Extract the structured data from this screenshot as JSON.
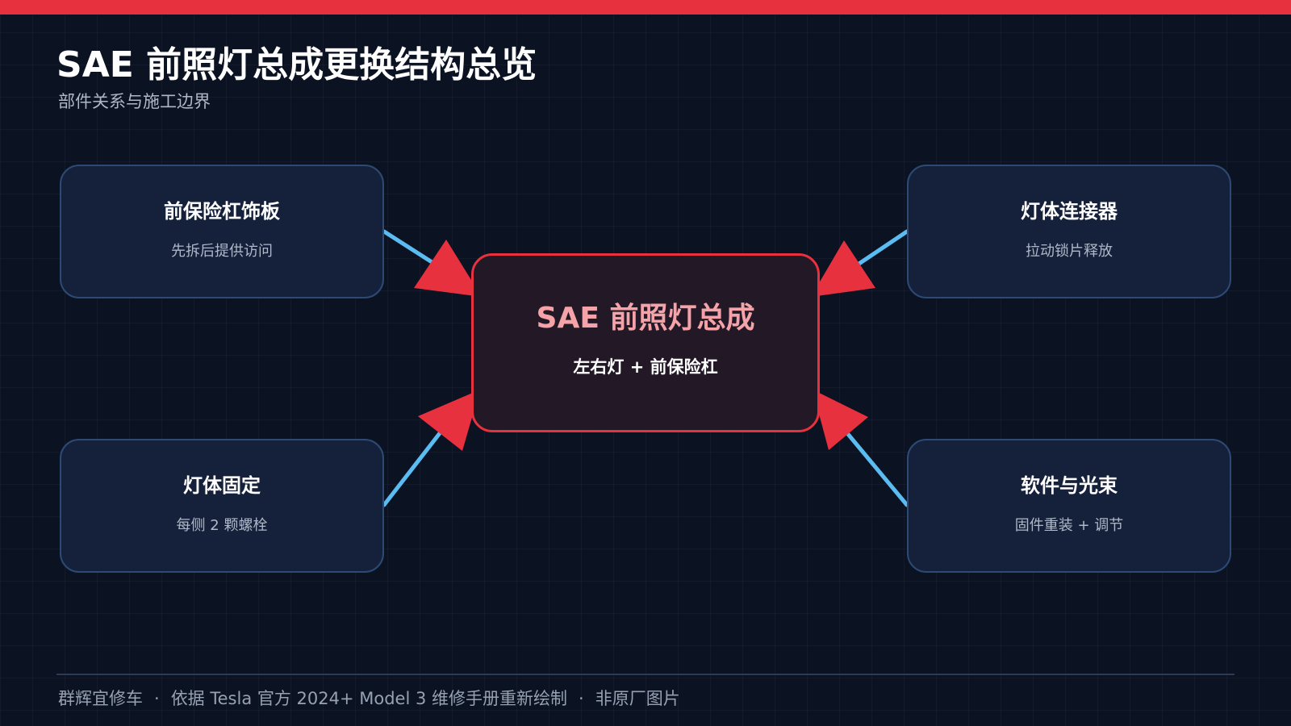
{
  "header": {
    "title": "SAE 前照灯总成更换结构总览",
    "subtitle": "部件关系与施工边界"
  },
  "center_node": {
    "title": "SAE 前照灯总成",
    "subtitle": "左右灯 + 前保险杠"
  },
  "nodes": [
    {
      "title": "前保险杠饰板",
      "subtitle": "先拆后提供访问"
    },
    {
      "title": "灯体连接器",
      "subtitle": "拉动锁片释放"
    },
    {
      "title": "灯体固定",
      "subtitle": "每侧 2 颗螺栓"
    },
    {
      "title": "软件与光束",
      "subtitle": "固件重装 + 调节"
    }
  ],
  "footer": {
    "items": [
      "群辉宜修车",
      "依据 Tesla 官方 2024+ Model 3 维修手册重新绘制",
      "非原厂图片"
    ],
    "separator": "·"
  },
  "colors": {
    "background": "#0b1222",
    "accent_red": "#e8313e",
    "connector_blue": "#5bbcf2",
    "node_fill": "#15213a",
    "node_border": "#2c4a73",
    "center_fill": "#231826",
    "center_title": "#f5a3a8"
  }
}
